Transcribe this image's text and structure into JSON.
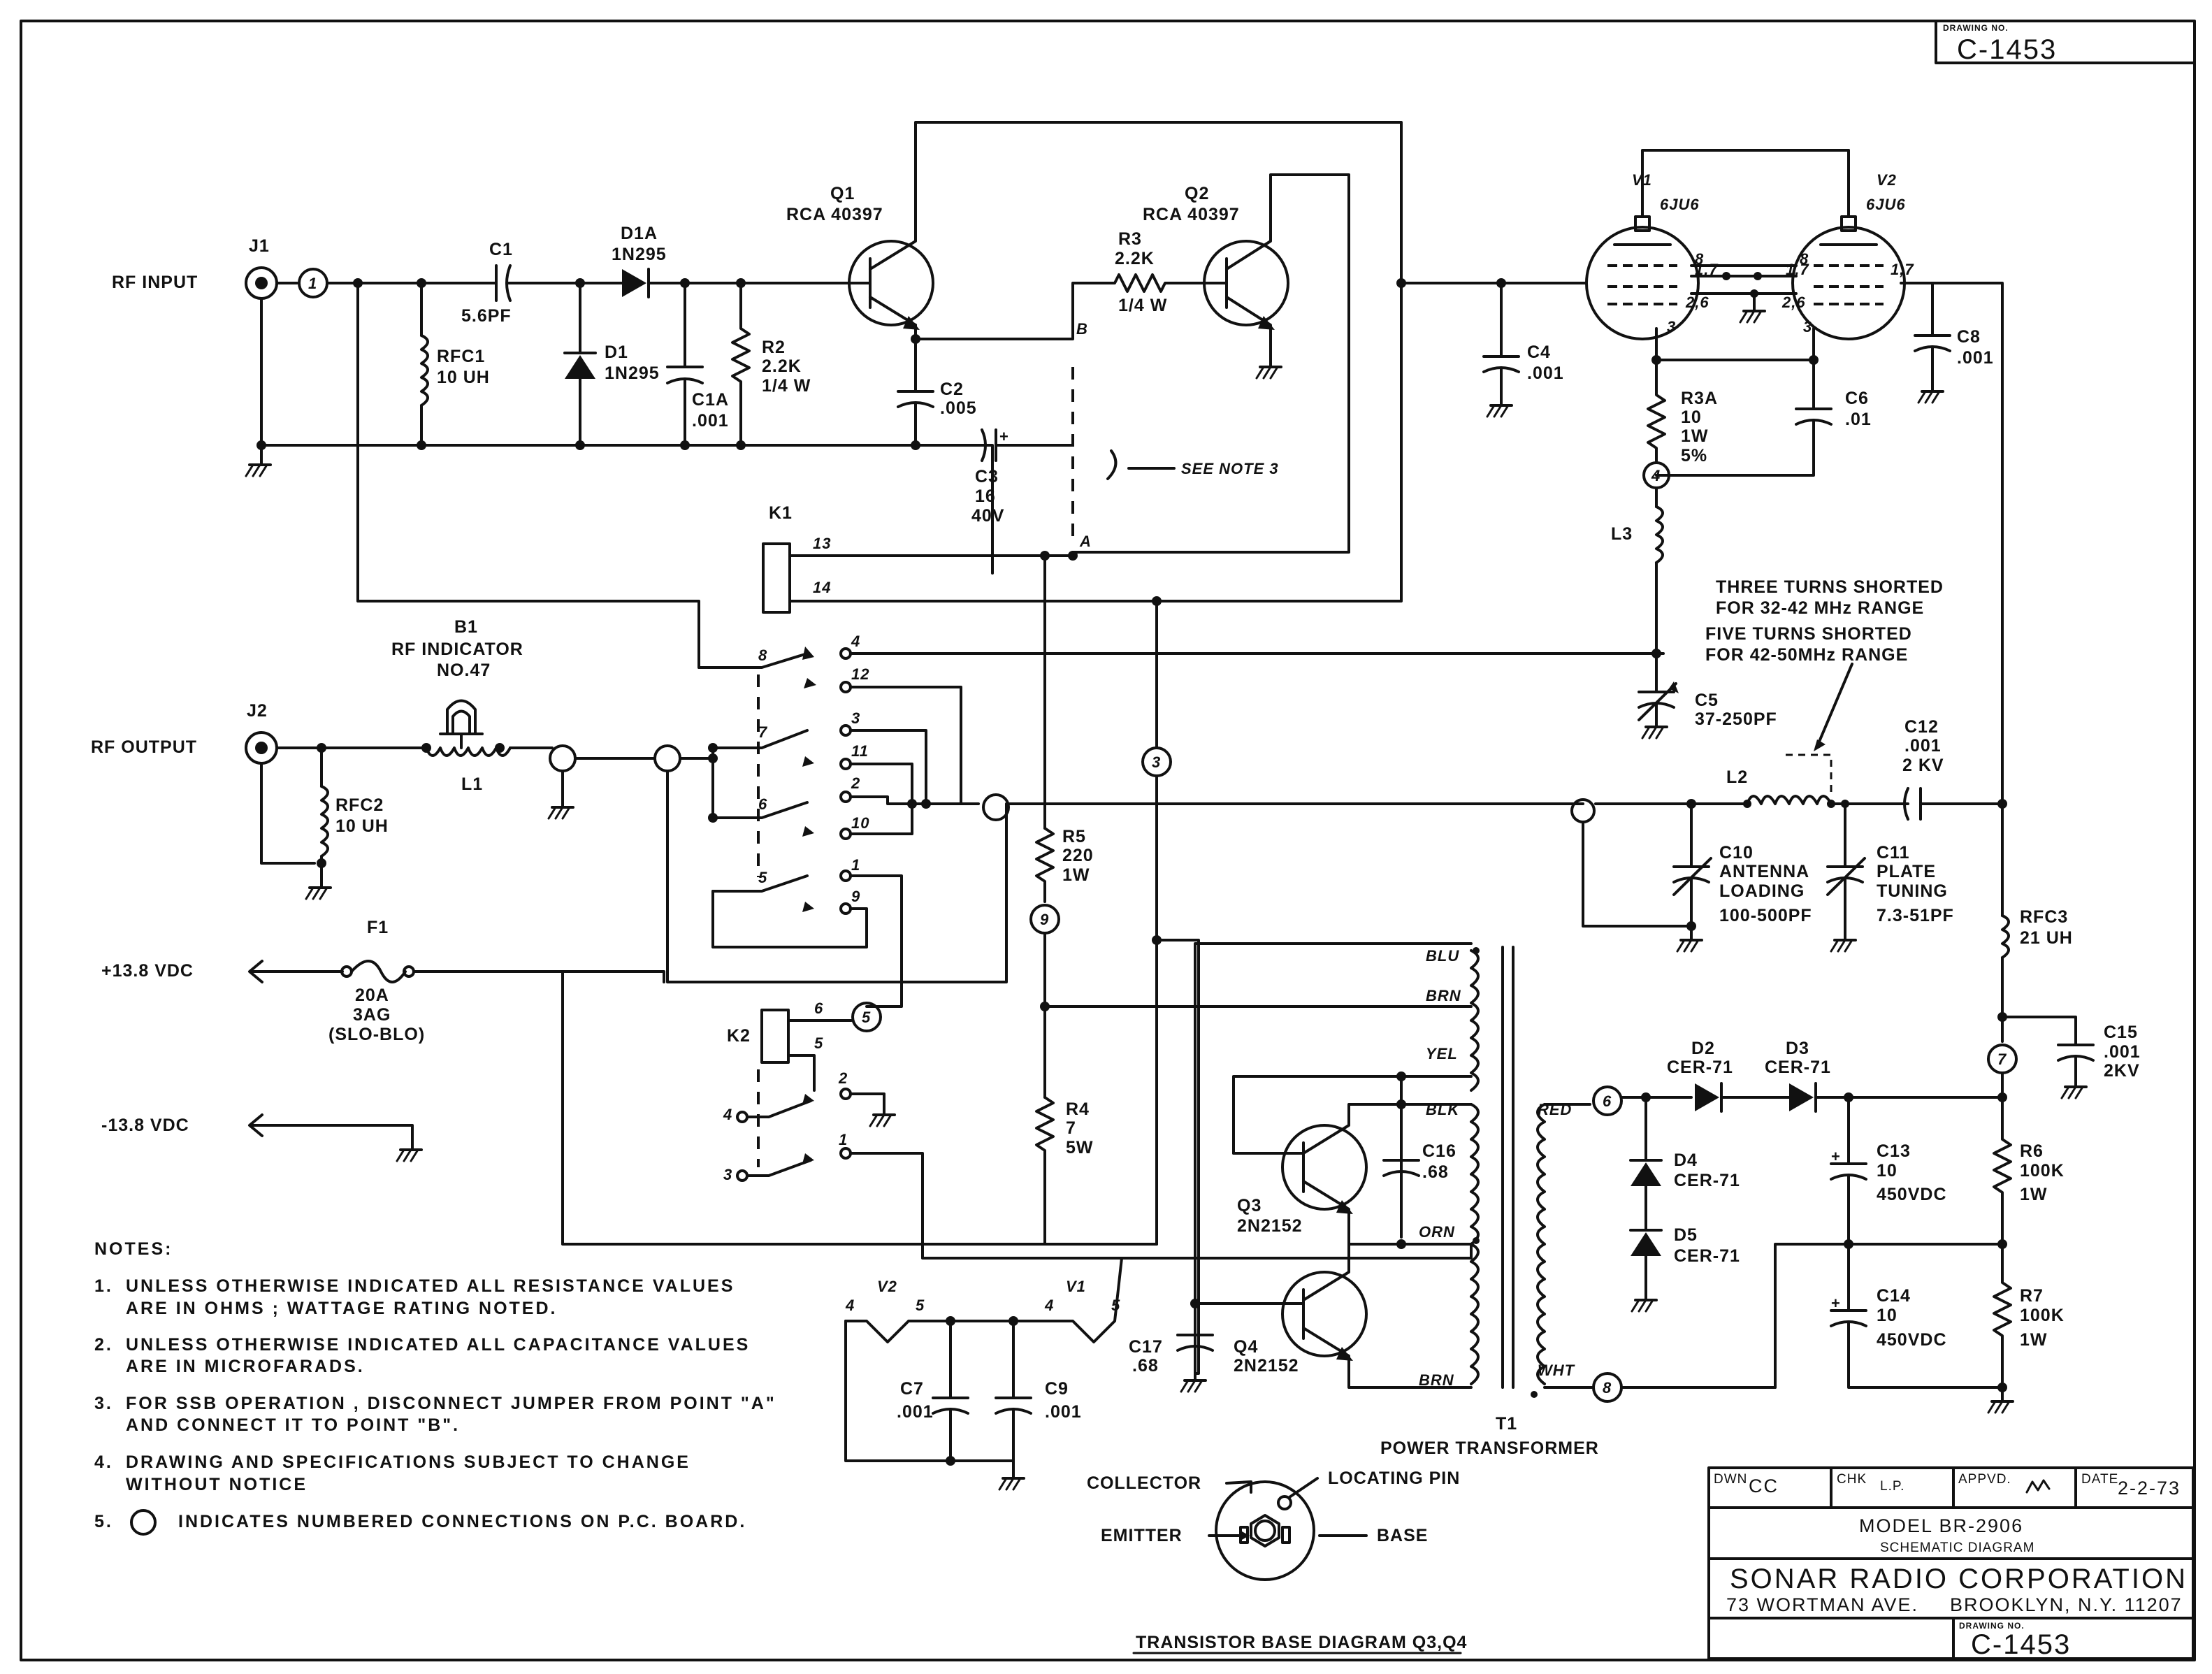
{
  "drawing_no_label": "DRAWING NO.",
  "drawing_no": "C-1453",
  "connector_labels": {
    "rf_input": "RF INPUT",
    "rf_output": "RF OUTPUT",
    "pos_supply": "+13.8 VDC",
    "neg_supply": "-13.8 VDC",
    "j1": "J1",
    "j2": "J2"
  },
  "components": {
    "c1": [
      "C1",
      "5.6PF"
    ],
    "d1a": [
      "D1A",
      "1N295"
    ],
    "d1": [
      "D1",
      "1N295"
    ],
    "rfc1": [
      "RFC1",
      "10 UH"
    ],
    "c1a": [
      "C1A",
      ".001"
    ],
    "r2": [
      "R2",
      "2.2K",
      "1/4 W"
    ],
    "q1": [
      "Q1",
      "RCA 40397"
    ],
    "q2": [
      "Q2",
      "RCA 40397"
    ],
    "r3": [
      "R3",
      "2.2K",
      "1/4 W"
    ],
    "c2": [
      "C2",
      ".005"
    ],
    "c3": [
      "C3",
      "16",
      "40V"
    ],
    "see_note": "SEE NOTE 3",
    "k1": "K1",
    "k2": "K2",
    "b1": [
      "B1",
      "RF INDICATOR",
      "NO.47"
    ],
    "l1": "L1",
    "rfc2": [
      "RFC2",
      "10 UH"
    ],
    "f1": [
      "F1",
      "20A",
      "3AG",
      "(SLO-BLO)"
    ],
    "r5": [
      "R5",
      "220",
      "1W"
    ],
    "r4": [
      "R4",
      "7",
      "5W"
    ],
    "v1": [
      "V1",
      "6JU6"
    ],
    "v2": [
      "V2",
      "6JU6"
    ],
    "c4": [
      "C4",
      ".001"
    ],
    "c8": [
      "C8",
      ".001"
    ],
    "r3a": [
      "R3A",
      "10",
      "1W",
      "5%"
    ],
    "c6": [
      "C6",
      ".01"
    ],
    "l3": "L3",
    "turns_note": [
      "THREE TURNS SHORTED",
      "FOR 32-42 MHz RANGE",
      "FIVE TURNS SHORTED",
      "FOR 42-50MHz RANGE"
    ],
    "c5": [
      "C5",
      "37-250PF"
    ],
    "c12": [
      "C12",
      ".001",
      "2 KV"
    ],
    "l2": "L2",
    "c10": [
      "C10",
      "ANTENNA",
      "LOADING",
      "100-500PF"
    ],
    "c11": [
      "C11",
      "PLATE",
      "TUNING",
      "7.3-51PF"
    ],
    "rfc3": [
      "RFC3",
      "21 UH"
    ],
    "c15": [
      "C15",
      ".001",
      "2KV"
    ],
    "d2": [
      "D2",
      "CER-71"
    ],
    "d3": [
      "D3",
      "CER-71"
    ],
    "d4": [
      "D4",
      "CER-71"
    ],
    "d5": [
      "D5",
      "CER-71"
    ],
    "c13": [
      "C13",
      "10",
      "450VDC"
    ],
    "c14": [
      "C14",
      "10",
      "450VDC"
    ],
    "r6": [
      "R6",
      "100K",
      "1W"
    ],
    "r7": [
      "R7",
      "100K",
      "1W"
    ],
    "q3": [
      "Q3",
      "2N2152"
    ],
    "q4": [
      "Q4",
      "2N2152"
    ],
    "c16": [
      "C16",
      ".68"
    ],
    "c17": [
      "C17",
      ".68"
    ],
    "c7": [
      "C7",
      ".001"
    ],
    "c9": [
      "C9",
      ".001"
    ],
    "t1": [
      "T1",
      "POWER TRANSFORMER"
    ]
  },
  "wire_colors": {
    "blu": "BLU",
    "brn": "BRN",
    "yel": "YEL",
    "blk": "BLK",
    "orn": "ORN",
    "brn2": "BRN",
    "red": "RED",
    "wht": "WHT"
  },
  "pins": {
    "k1_13": "13",
    "k1_14": "14",
    "k1_8": "8",
    "k1_7": "7",
    "k1_6": "6",
    "k1_5": "5",
    "k1_4": "4",
    "k1_12": "12",
    "k1_3": "3",
    "k1_11": "11",
    "k1_2": "2",
    "k1_10": "10",
    "k1_1": "1",
    "k1_9": "9",
    "k2_6": "6",
    "k2_5": "5",
    "k2_2": "2",
    "k2_4": "4",
    "k2_1": "1",
    "k2_3": "3",
    "pt_a": "A",
    "pt_b": "B",
    "v_8": "8",
    "v_17": "1,7",
    "v_26": "2,6",
    "v_3": "3",
    "v2_fil_4": "4",
    "v2_fil_5": "5",
    "v1_fil_4": "4",
    "v1_fil_5": "5",
    "heater_v2": "V2",
    "heater_v1": "V1"
  },
  "pcb_points": [
    "1",
    "3",
    "9",
    "5",
    "4",
    "7",
    "6",
    "8"
  ],
  "notes": {
    "header": "NOTES:",
    "items": [
      [
        "1.",
        "UNLESS OTHERWISE INDICATED ALL RESISTANCE VALUES",
        "ARE IN OHMS ; WATTAGE RATING NOTED."
      ],
      [
        "2.",
        "UNLESS OTHERWISE INDICATED ALL CAPACITANCE VALUES",
        "ARE IN MICROFARADS."
      ],
      [
        "3.",
        "FOR SSB OPERATION , DISCONNECT JUMPER FROM POINT \"A\"",
        "AND CONNECT IT TO POINT \"B\"."
      ],
      [
        "4.",
        "DRAWING AND SPECIFICATIONS SUBJECT TO CHANGE",
        "WITHOUT NOTICE"
      ],
      [
        "5.",
        "INDICATES NUMBERED CONNECTIONS ON P.C. BOARD.",
        ""
      ]
    ]
  },
  "transistor_base": {
    "collector": "COLLECTOR",
    "locating_pin": "LOCATING PIN",
    "emitter": "EMITTER",
    "base": "BASE",
    "caption": "TRANSISTOR BASE DIAGRAM Q3,Q4"
  },
  "title_block": {
    "dwn_label": "DWN",
    "dwn": "CC",
    "chk_label": "CHK",
    "chk": "L.P.",
    "appvd_label": "APPVD.",
    "date_label": "DATE",
    "date": "2-2-73",
    "model": "MODEL BR-2906",
    "subtitle": "SCHEMATIC DIAGRAM",
    "company": "SONAR RADIO CORPORATION",
    "address_left": "73 WORTMAN AVE.",
    "address_right": "BROOKLYN, N.Y. 11207",
    "drawing_no_label": "DRAWING NO.",
    "drawing_no": "C-1453"
  }
}
